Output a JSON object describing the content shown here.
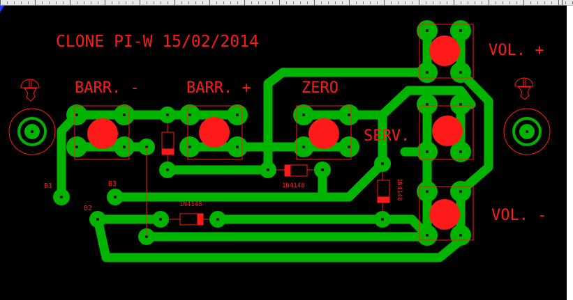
{
  "board": {
    "title": "CLONE PI-W 15/02/2014",
    "colors": {
      "background": "#000000",
      "copper": "#00b400",
      "silkscreen": "#ff1a1a",
      "drill": "#000000",
      "ruler": "#e8e8e8"
    }
  },
  "labels": {
    "barr_minus": "BARR. -",
    "barr_plus": "BARR. +",
    "zero": "ZERO",
    "serv": "SERV.",
    "vol_plus": "VOL. +",
    "vol_minus": "VOL. -"
  },
  "pads": {
    "b1": "B1",
    "b2": "B2",
    "b3": "B3"
  },
  "diodes": [
    {
      "id": "d1",
      "label": ""
    },
    {
      "id": "d2",
      "label": "1N4148"
    },
    {
      "id": "d3",
      "label": "1N4148"
    },
    {
      "id": "d4",
      "label": "1N4148"
    }
  ],
  "switches": [
    {
      "id": "sw-barr-minus",
      "label_ref": "BARR. -"
    },
    {
      "id": "sw-barr-plus",
      "label_ref": "BARR. +"
    },
    {
      "id": "sw-zero",
      "label_ref": "ZERO"
    },
    {
      "id": "sw-vol-plus",
      "label_ref": "VOL. +"
    },
    {
      "id": "sw-serv",
      "label_ref": "SERV."
    },
    {
      "id": "sw-vol-minus",
      "label_ref": "VOL. -"
    }
  ],
  "icons": {
    "mount_left": "screw-mount-icon",
    "mount_right": "screw-mount-icon",
    "connector_left": "coax-connector-icon",
    "connector_right": "coax-connector-icon"
  }
}
